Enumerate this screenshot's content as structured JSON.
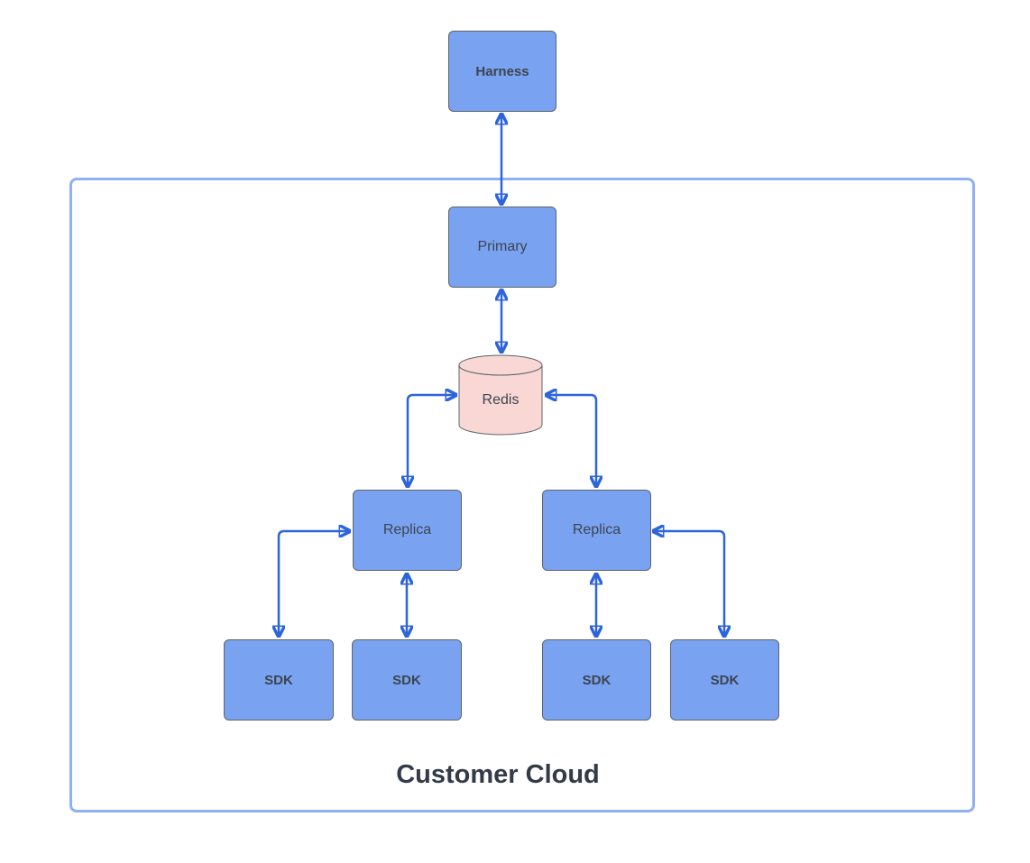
{
  "diagram": {
    "container": {
      "label": "Customer Cloud"
    },
    "nodes": {
      "harness": {
        "label": "Harness",
        "shape": "rectangle",
        "fill": "#79A3F1"
      },
      "primary": {
        "label": "Primary",
        "shape": "rectangle",
        "fill": "#79A3F1"
      },
      "redis": {
        "label": "Redis",
        "shape": "cylinder",
        "fill": "#F8D7D4"
      },
      "replica_left": {
        "label": "Replica",
        "shape": "rectangle",
        "fill": "#79A3F1"
      },
      "replica_right": {
        "label": "Replica",
        "shape": "rectangle",
        "fill": "#79A3F1"
      },
      "sdk_1": {
        "label": "SDK",
        "shape": "rectangle",
        "fill": "#79A3F1"
      },
      "sdk_2": {
        "label": "SDK",
        "shape": "rectangle",
        "fill": "#79A3F1"
      },
      "sdk_3": {
        "label": "SDK",
        "shape": "rectangle",
        "fill": "#79A3F1"
      },
      "sdk_4": {
        "label": "SDK",
        "shape": "rectangle",
        "fill": "#79A3F1"
      }
    },
    "edges": [
      {
        "from": "harness",
        "to": "primary",
        "direction": "bidirectional"
      },
      {
        "from": "primary",
        "to": "redis",
        "direction": "bidirectional"
      },
      {
        "from": "redis",
        "to": "replica_left",
        "direction": "bidirectional"
      },
      {
        "from": "redis",
        "to": "replica_right",
        "direction": "bidirectional"
      },
      {
        "from": "replica_left",
        "to": "sdk_1",
        "direction": "bidirectional"
      },
      {
        "from": "replica_left",
        "to": "sdk_2",
        "direction": "bidirectional"
      },
      {
        "from": "replica_right",
        "to": "sdk_3",
        "direction": "bidirectional"
      },
      {
        "from": "replica_right",
        "to": "sdk_4",
        "direction": "bidirectional"
      }
    ],
    "colors": {
      "node_fill": "#79A3F1",
      "node_border": "#5F6468",
      "redis_fill": "#F8D7D4",
      "connector": "#2D64DB",
      "boundary_border": "#8FB0F3",
      "node_text": "#3D4450",
      "title_text": "#333B48",
      "background": "#FFFFFF"
    }
  }
}
